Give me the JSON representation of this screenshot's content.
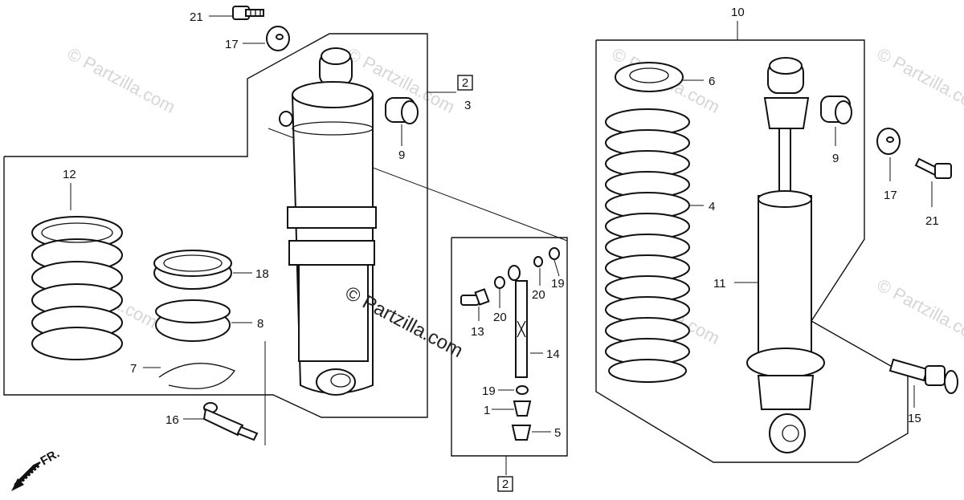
{
  "watermarks": {
    "main": "© Partzilla.com",
    "faint": "© Partzilla.com"
  },
  "labels": {
    "l1": "1",
    "l2box_top": "2",
    "l2box_bottom": "2",
    "l3": "3",
    "l4": "4",
    "l5": "5",
    "l6": "6",
    "l7": "7",
    "l8": "8",
    "l9_left": "9",
    "l9_right": "9",
    "l10": "10",
    "l11": "11",
    "l12": "12",
    "l13": "13",
    "l14": "14",
    "l15": "15",
    "l16": "16",
    "l17_left": "17",
    "l17_right": "17",
    "l18": "18",
    "l19_top": "19",
    "l19_bottom": "19",
    "l20_a": "20",
    "l20_b": "20",
    "l21_left": "21",
    "l21_right": "21"
  },
  "direction": {
    "label": "FR.",
    "icon": "front-arrow-icon"
  },
  "colors": {
    "ink": "#111111",
    "watermark": "#d6d6d6"
  }
}
